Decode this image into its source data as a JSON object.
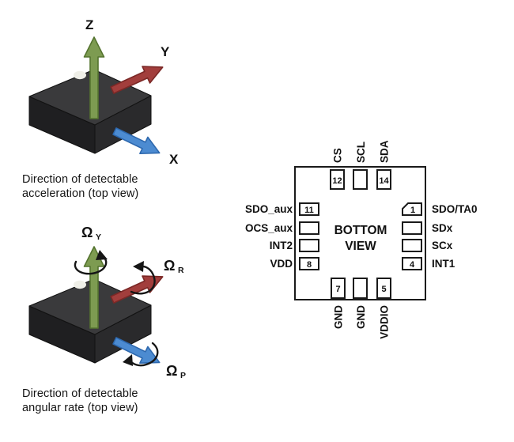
{
  "figures": {
    "acceleration": {
      "axis_z": "Z",
      "axis_y": "Y",
      "axis_x": "X",
      "caption_line1": "Direction of detectable",
      "caption_line2": "acceleration (top view)"
    },
    "angular_rate": {
      "omega": "Ω",
      "sub_yaw": "Y",
      "sub_roll": "R",
      "sub_pitch": "P",
      "caption_line1": "Direction of detectable",
      "caption_line2": "angular rate (top view)"
    }
  },
  "pin_diagram": {
    "center_line1": "BOTTOM",
    "center_line2": "VIEW",
    "top_pins": [
      {
        "num": "12",
        "label": "CS"
      },
      {
        "num": "",
        "label": "SCL"
      },
      {
        "num": "14",
        "label": "SDA"
      }
    ],
    "bottom_pins": [
      {
        "num": "7",
        "label": "GND"
      },
      {
        "num": "",
        "label": "GND"
      },
      {
        "num": "5",
        "label": "VDDIO"
      }
    ],
    "left_pins": [
      {
        "num": "11",
        "label": "SDO_aux"
      },
      {
        "num": "",
        "label": "OCS_aux"
      },
      {
        "num": "",
        "label": "INT2"
      },
      {
        "num": "8",
        "label": "VDD"
      }
    ],
    "right_pins": [
      {
        "num": "1",
        "label": "SDO/TA0"
      },
      {
        "num": "",
        "label": "SDx"
      },
      {
        "num": "",
        "label": "SCx"
      },
      {
        "num": "4",
        "label": "INT1"
      }
    ]
  },
  "colors": {
    "z_axis_fill": "#7D9B51",
    "z_axis_stroke": "#55742F",
    "y_axis_fill": "#A23E3C",
    "y_axis_stroke": "#7B2826",
    "x_axis_fill": "#4C8BD1",
    "x_axis_stroke": "#2D68AE",
    "chip_top": "#3A3A3C",
    "chip_left": "#1F1F21",
    "chip_right": "#2A2A2C",
    "dot_fill": "#EFEFE8",
    "line": "#1A1A1A"
  }
}
